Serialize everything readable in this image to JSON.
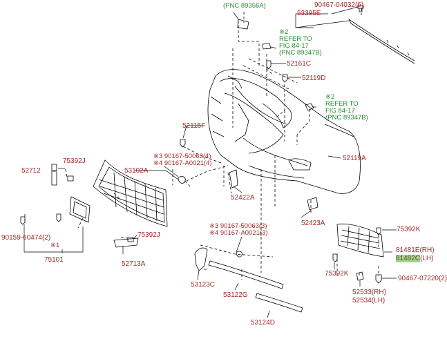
{
  "parts": {
    "p53395e": "53395E",
    "p90467_04032": "90467-04032(6)",
    "p52161c": "52161C",
    "p52119d": "52119D",
    "p52115f": "52115F",
    "p52119a": "52119A",
    "p52712": "52712",
    "p75392j_top": "75392J",
    "p53102a": "53102A",
    "p52422a": "52422A",
    "p52423a": "52423A",
    "p90159": "90159-60474(2)",
    "p75101": "75101",
    "p75392j_bot": "75392J",
    "p52713a": "52713A",
    "p53123c": "53123C",
    "p53122g": "53122G",
    "p53124d": "53124D",
    "p75392k_top": "75392K",
    "p81481e": "81481E(RH)",
    "p81482c": "81482C",
    "p81482c_suffix": "(LH)",
    "p75392k_bot": "75392K",
    "p90467_07220": "90467-07220(2)",
    "p52533": "52533(RH)",
    "p52534": "52534(LH)"
  },
  "notes": {
    "mark1": "※1",
    "g1_l1": "※3 90167-50063(4)",
    "g1_l2": "※4 90167-A0021(4)",
    "g2_l1": "※3 90167-50063(3)",
    "g2_l2": "※4 90167-A0021(3)"
  },
  "refs": {
    "pnc89356a": "(PNC 89356A)",
    "ref1_l1": "※2",
    "ref1_l2": "REFER TO",
    "ref1_l3": "FIG 84-17",
    "ref1_l4": "(PNC 89347B)",
    "ref2_l1": "※2",
    "ref2_l2": "REFER TO",
    "ref2_l3": "FIG 84-17",
    "ref2_l4": "(PNC 89347B)"
  },
  "colors": {
    "part_number": "#a52a2a",
    "reference": "#1e8c2e",
    "highlight": "#8fe08f",
    "line": "#000000"
  }
}
